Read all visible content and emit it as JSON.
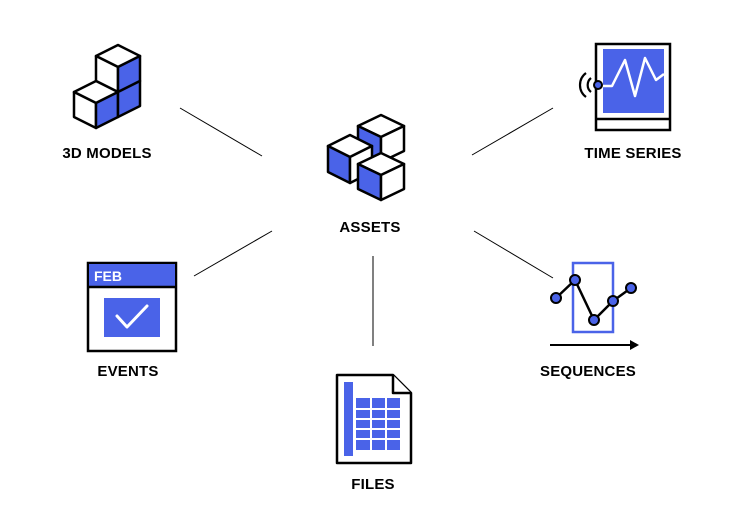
{
  "nodes": {
    "center": {
      "label": "ASSETS",
      "icon": "asset-cubes-icon"
    },
    "models": {
      "label": "3D MODELS",
      "icon": "stacked-cubes-icon"
    },
    "timeseries": {
      "label": "TIME SERIES",
      "icon": "sensor-chart-icon"
    },
    "events": {
      "label": "EVENTS",
      "icon": "calendar-check-icon"
    },
    "files": {
      "label": "FILES",
      "icon": "spreadsheet-file-icon"
    },
    "sequences": {
      "label": "SEQUENCES",
      "icon": "sequence-line-icon"
    }
  },
  "calendar_month": "FEB",
  "colors": {
    "accent": "#4A63E8",
    "stroke": "#000000",
    "background": "#FFFFFF"
  }
}
